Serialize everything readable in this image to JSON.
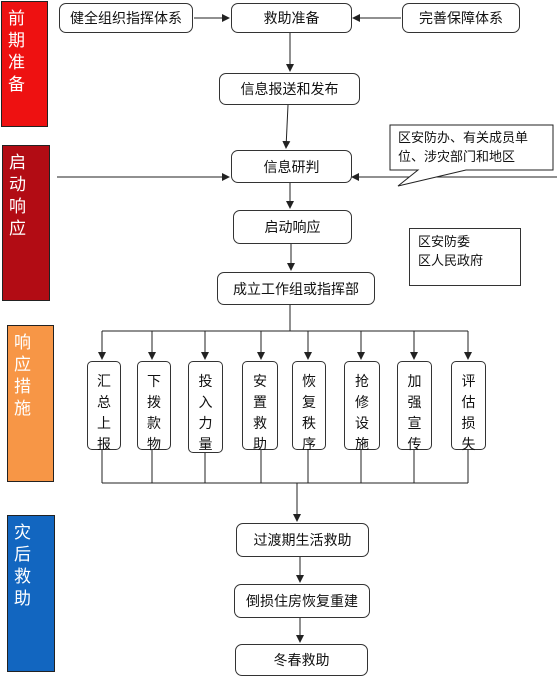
{
  "phases": [
    {
      "label": "前\n期\n准\n备",
      "color": "#ee1111"
    },
    {
      "label": "启\n动\n响\n应",
      "color": "#b20c14"
    },
    {
      "label": "响\n应\n措\n施",
      "color": "#f79646"
    },
    {
      "label": "灾\n后\n救\n助",
      "color": "#1266c0"
    }
  ],
  "nodes": {
    "org_system": "健全组织指挥体系",
    "rescue_prep": "救助准备",
    "support_system": "完善保障体系",
    "info_publish": "信息报送和发布",
    "info_judge": "信息研判",
    "start_response": "启动响应",
    "set_up_team": "成立工作组或指挥部",
    "transition_relief": "过渡期生活救助",
    "house_rebuild": "倒损住房恢复重建",
    "winter_relief": "冬春救助"
  },
  "callout": {
    "text": "区安防办、有关成员单\n位、涉灾部门和地区"
  },
  "authority": {
    "text": "区安防委\n区人民政府"
  },
  "measures": [
    "汇\n总\n上\n报",
    "下\n拨\n款\n物",
    "投\n入\n力\n量",
    "安\n置\n救\n助",
    "恢\n复\n秩\n序",
    "抢\n修\n设\n施",
    "加\n强\n宣\n传",
    "评\n估\n损\n失"
  ]
}
